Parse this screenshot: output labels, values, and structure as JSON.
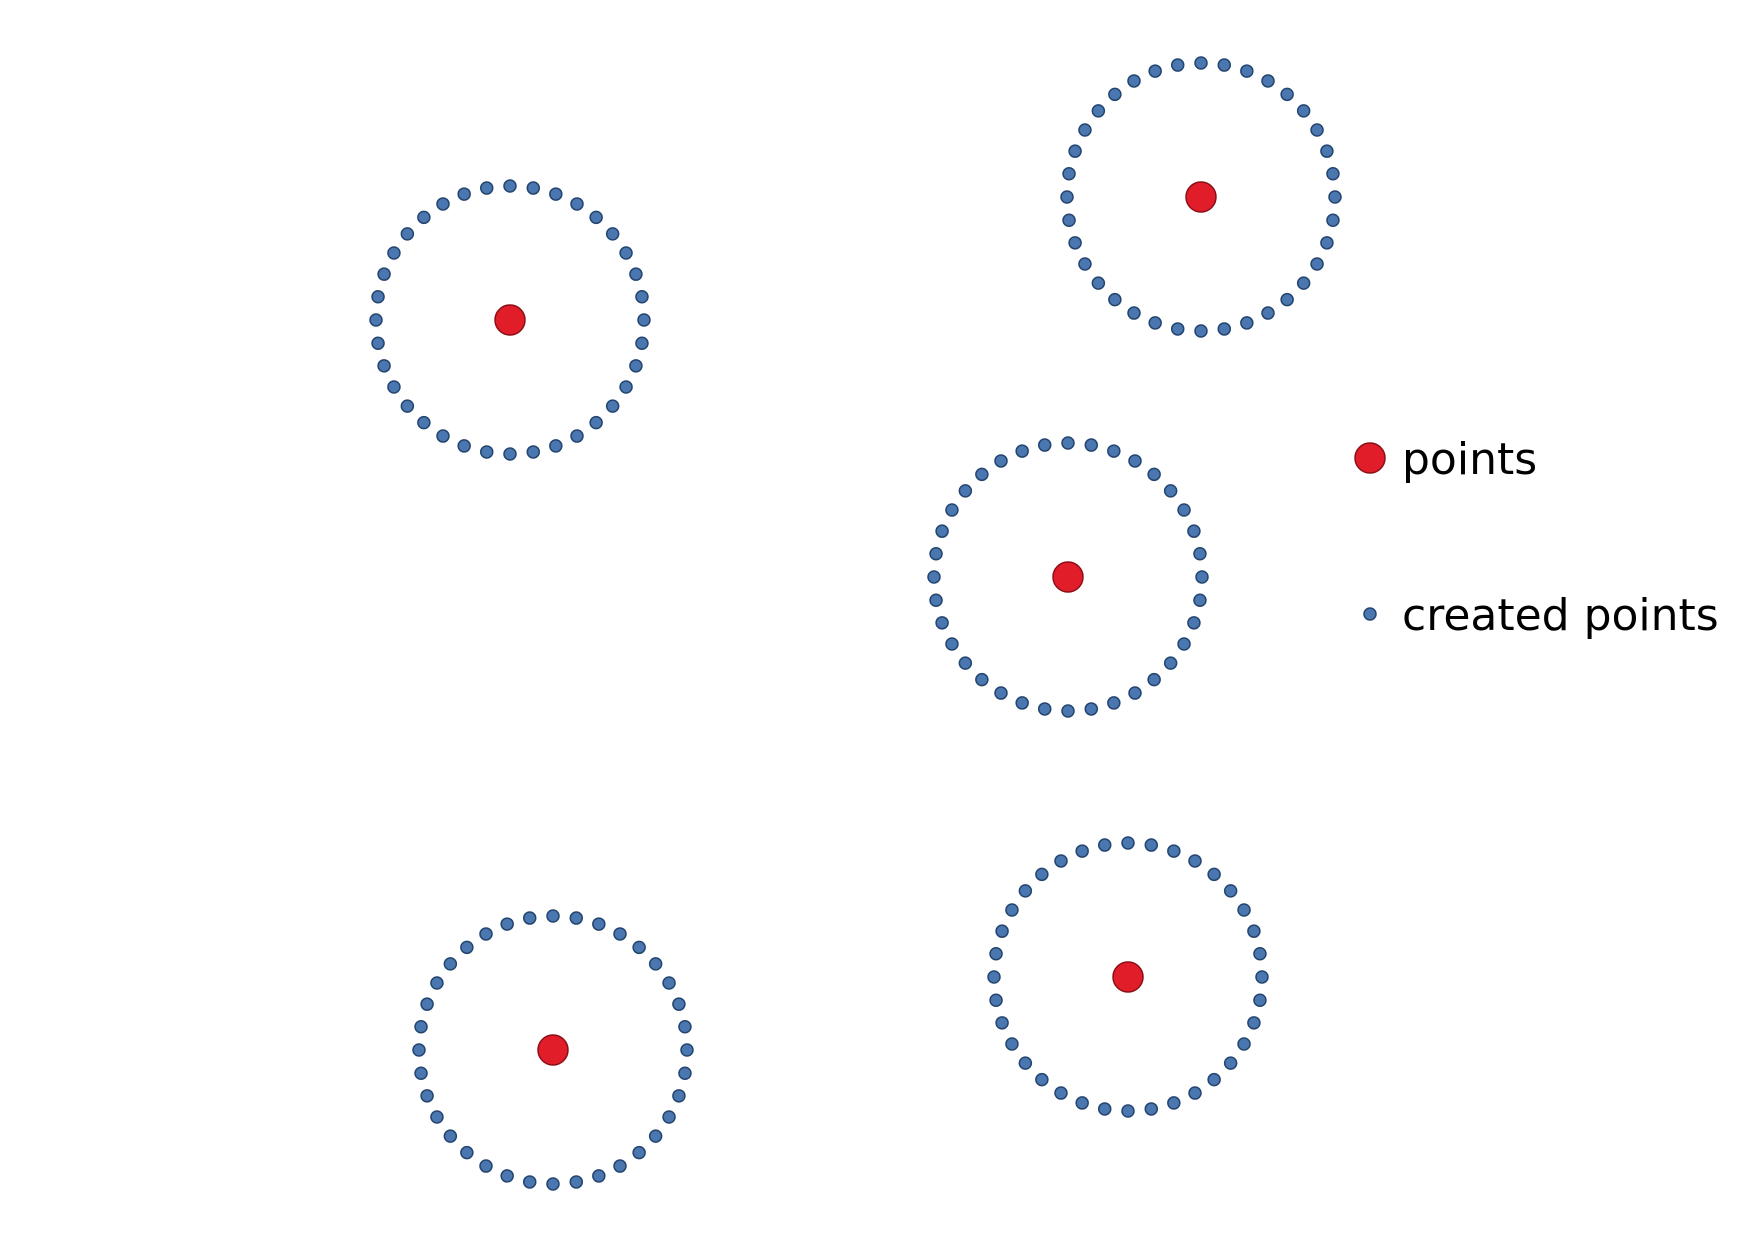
{
  "legend": {
    "points_label": "points",
    "created_points_label": "created points"
  },
  "style": {
    "point_color": "#E21D2A",
    "point_stroke": "#8B0F17",
    "created_point_color": "#4A77B0",
    "created_point_stroke": "#24456F"
  },
  "diagram": {
    "created_points_per_ring": 36
  }
}
